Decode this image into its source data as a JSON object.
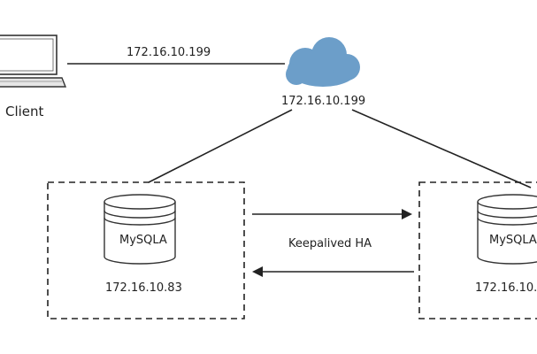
{
  "client": {
    "label": "Client",
    "icon": "laptop-icon"
  },
  "link": {
    "label": "172.16.10.199"
  },
  "cloud": {
    "label": "172.16.10.199",
    "icon": "cloud-icon",
    "color": "#6c9ec9"
  },
  "ha": {
    "label": "Keepalived HA"
  },
  "nodes": [
    {
      "db_label": "MySQLA",
      "ip": "172.16.10.83",
      "icon": "database-icon"
    },
    {
      "db_label": "MySQLA",
      "ip": "172.16.10.",
      "icon": "database-icon"
    }
  ],
  "colors": {
    "line": "#222222",
    "cloud": "#6c9ec9",
    "laptop_screen": "#ffffff"
  }
}
